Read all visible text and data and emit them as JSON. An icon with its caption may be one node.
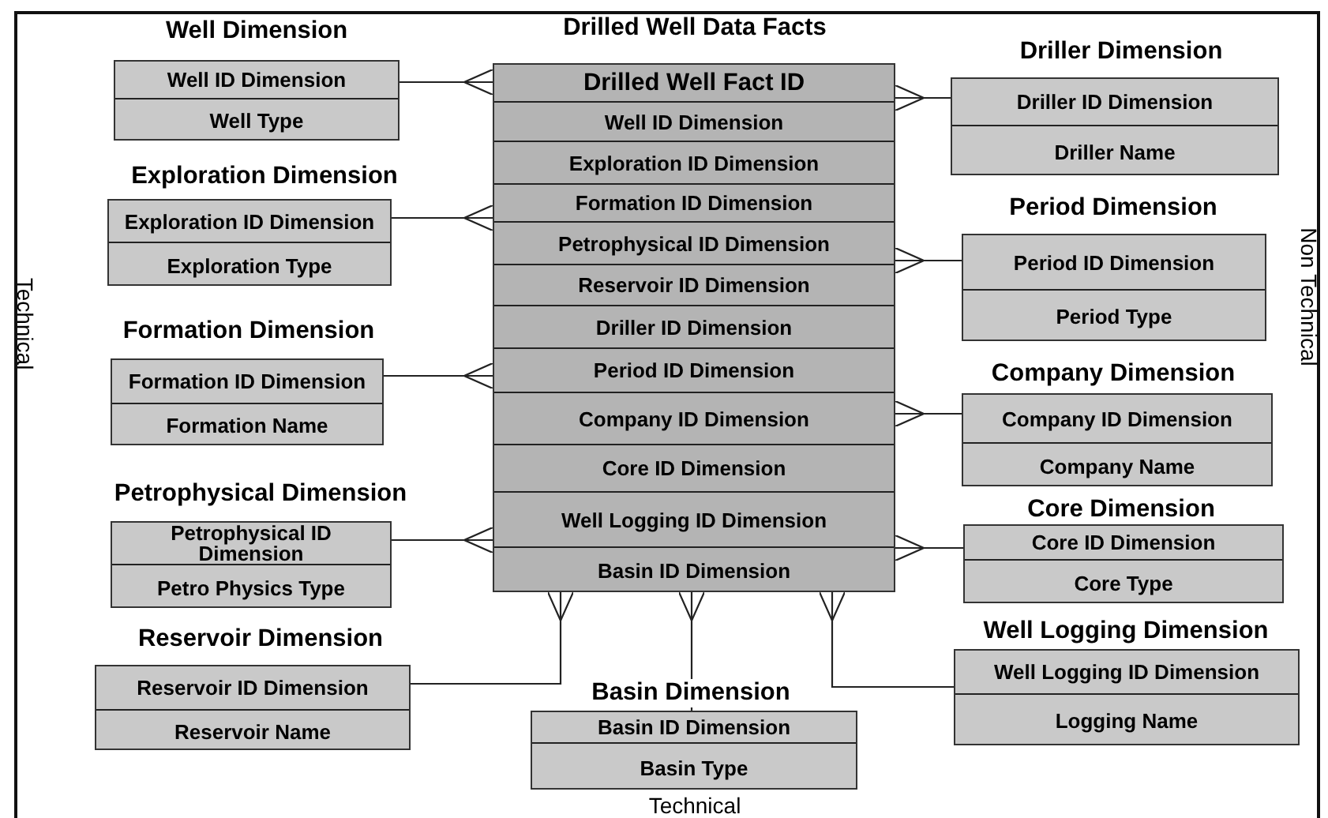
{
  "diagram": {
    "nodes": [
      {
        "text": [
          "Drilled Well Data Facts",
          "Drilled Well Fact ID",
          "Well ID Dimension",
          "Exploration ID Dimension",
          "Formation ID Dimension",
          "Petrophysical ID Dimension",
          "Reservoir ID Dimension",
          "Driller ID Dimension",
          "Period ID Dimension",
          "Company ID Dimension",
          "Core ID Dimension",
          "Well Logging ID Dimension",
          "Basin ID Dimension"
        ]
      },
      {
        "text": [
          "Well Dimension",
          "Well ID Dimension",
          "Well Type"
        ]
      },
      {
        "text": [
          "Exploration Dimension",
          "Exploration ID Dimension",
          "Exploration Type"
        ]
      },
      {
        "text": [
          "Formation Dimension",
          "Formation ID Dimension",
          "Formation Name"
        ]
      },
      {
        "text": [
          "Petrophysical Dimension",
          "Petrophysical ID Dimension",
          "Petro Physics Type"
        ]
      },
      {
        "text": [
          "Reservoir Dimension",
          "Reservoir ID Dimension",
          "Reservoir Name"
        ]
      },
      {
        "text": [
          "Basin Dimension",
          "Basin ID Dimension",
          "Basin Type"
        ]
      },
      {
        "text": [
          "Driller Dimension",
          "Driller ID Dimension",
          "Driller Name"
        ]
      },
      {
        "text": [
          "Period Dimension",
          "Period ID Dimension",
          "Period Type"
        ]
      },
      {
        "text": [
          "Company Dimension",
          "Company ID Dimension",
          "Company Name"
        ]
      },
      {
        "text": [
          "Core Dimension",
          "Core ID Dimension",
          "Core Type"
        ]
      },
      {
        "text": [
          "Well Logging Dimension",
          "Well Logging ID Dimension",
          "Logging Name"
        ]
      }
    ],
    "edges": [
      {
        "from": 1,
        "to": 0,
        "arrow": "other"
      },
      {
        "from": 2,
        "to": 0,
        "arrow": "other"
      },
      {
        "from": 3,
        "to": 0,
        "arrow": "other"
      },
      {
        "from": 4,
        "to": 0,
        "arrow": "other"
      },
      {
        "from": 5,
        "to": 0,
        "arrow": "other"
      },
      {
        "from": 6,
        "to": 0,
        "arrow": "other"
      },
      {
        "from": 7,
        "to": 0,
        "arrow": "other"
      },
      {
        "from": 8,
        "to": 0,
        "arrow": "other"
      },
      {
        "from": 9,
        "to": 0,
        "arrow": "other"
      },
      {
        "from": 10,
        "to": 0,
        "arrow": "other"
      },
      {
        "from": 11,
        "to": 0,
        "arrow": "other"
      }
    ],
    "labels": [
      "Technical",
      "Non Technical",
      "Technical"
    ]
  }
}
